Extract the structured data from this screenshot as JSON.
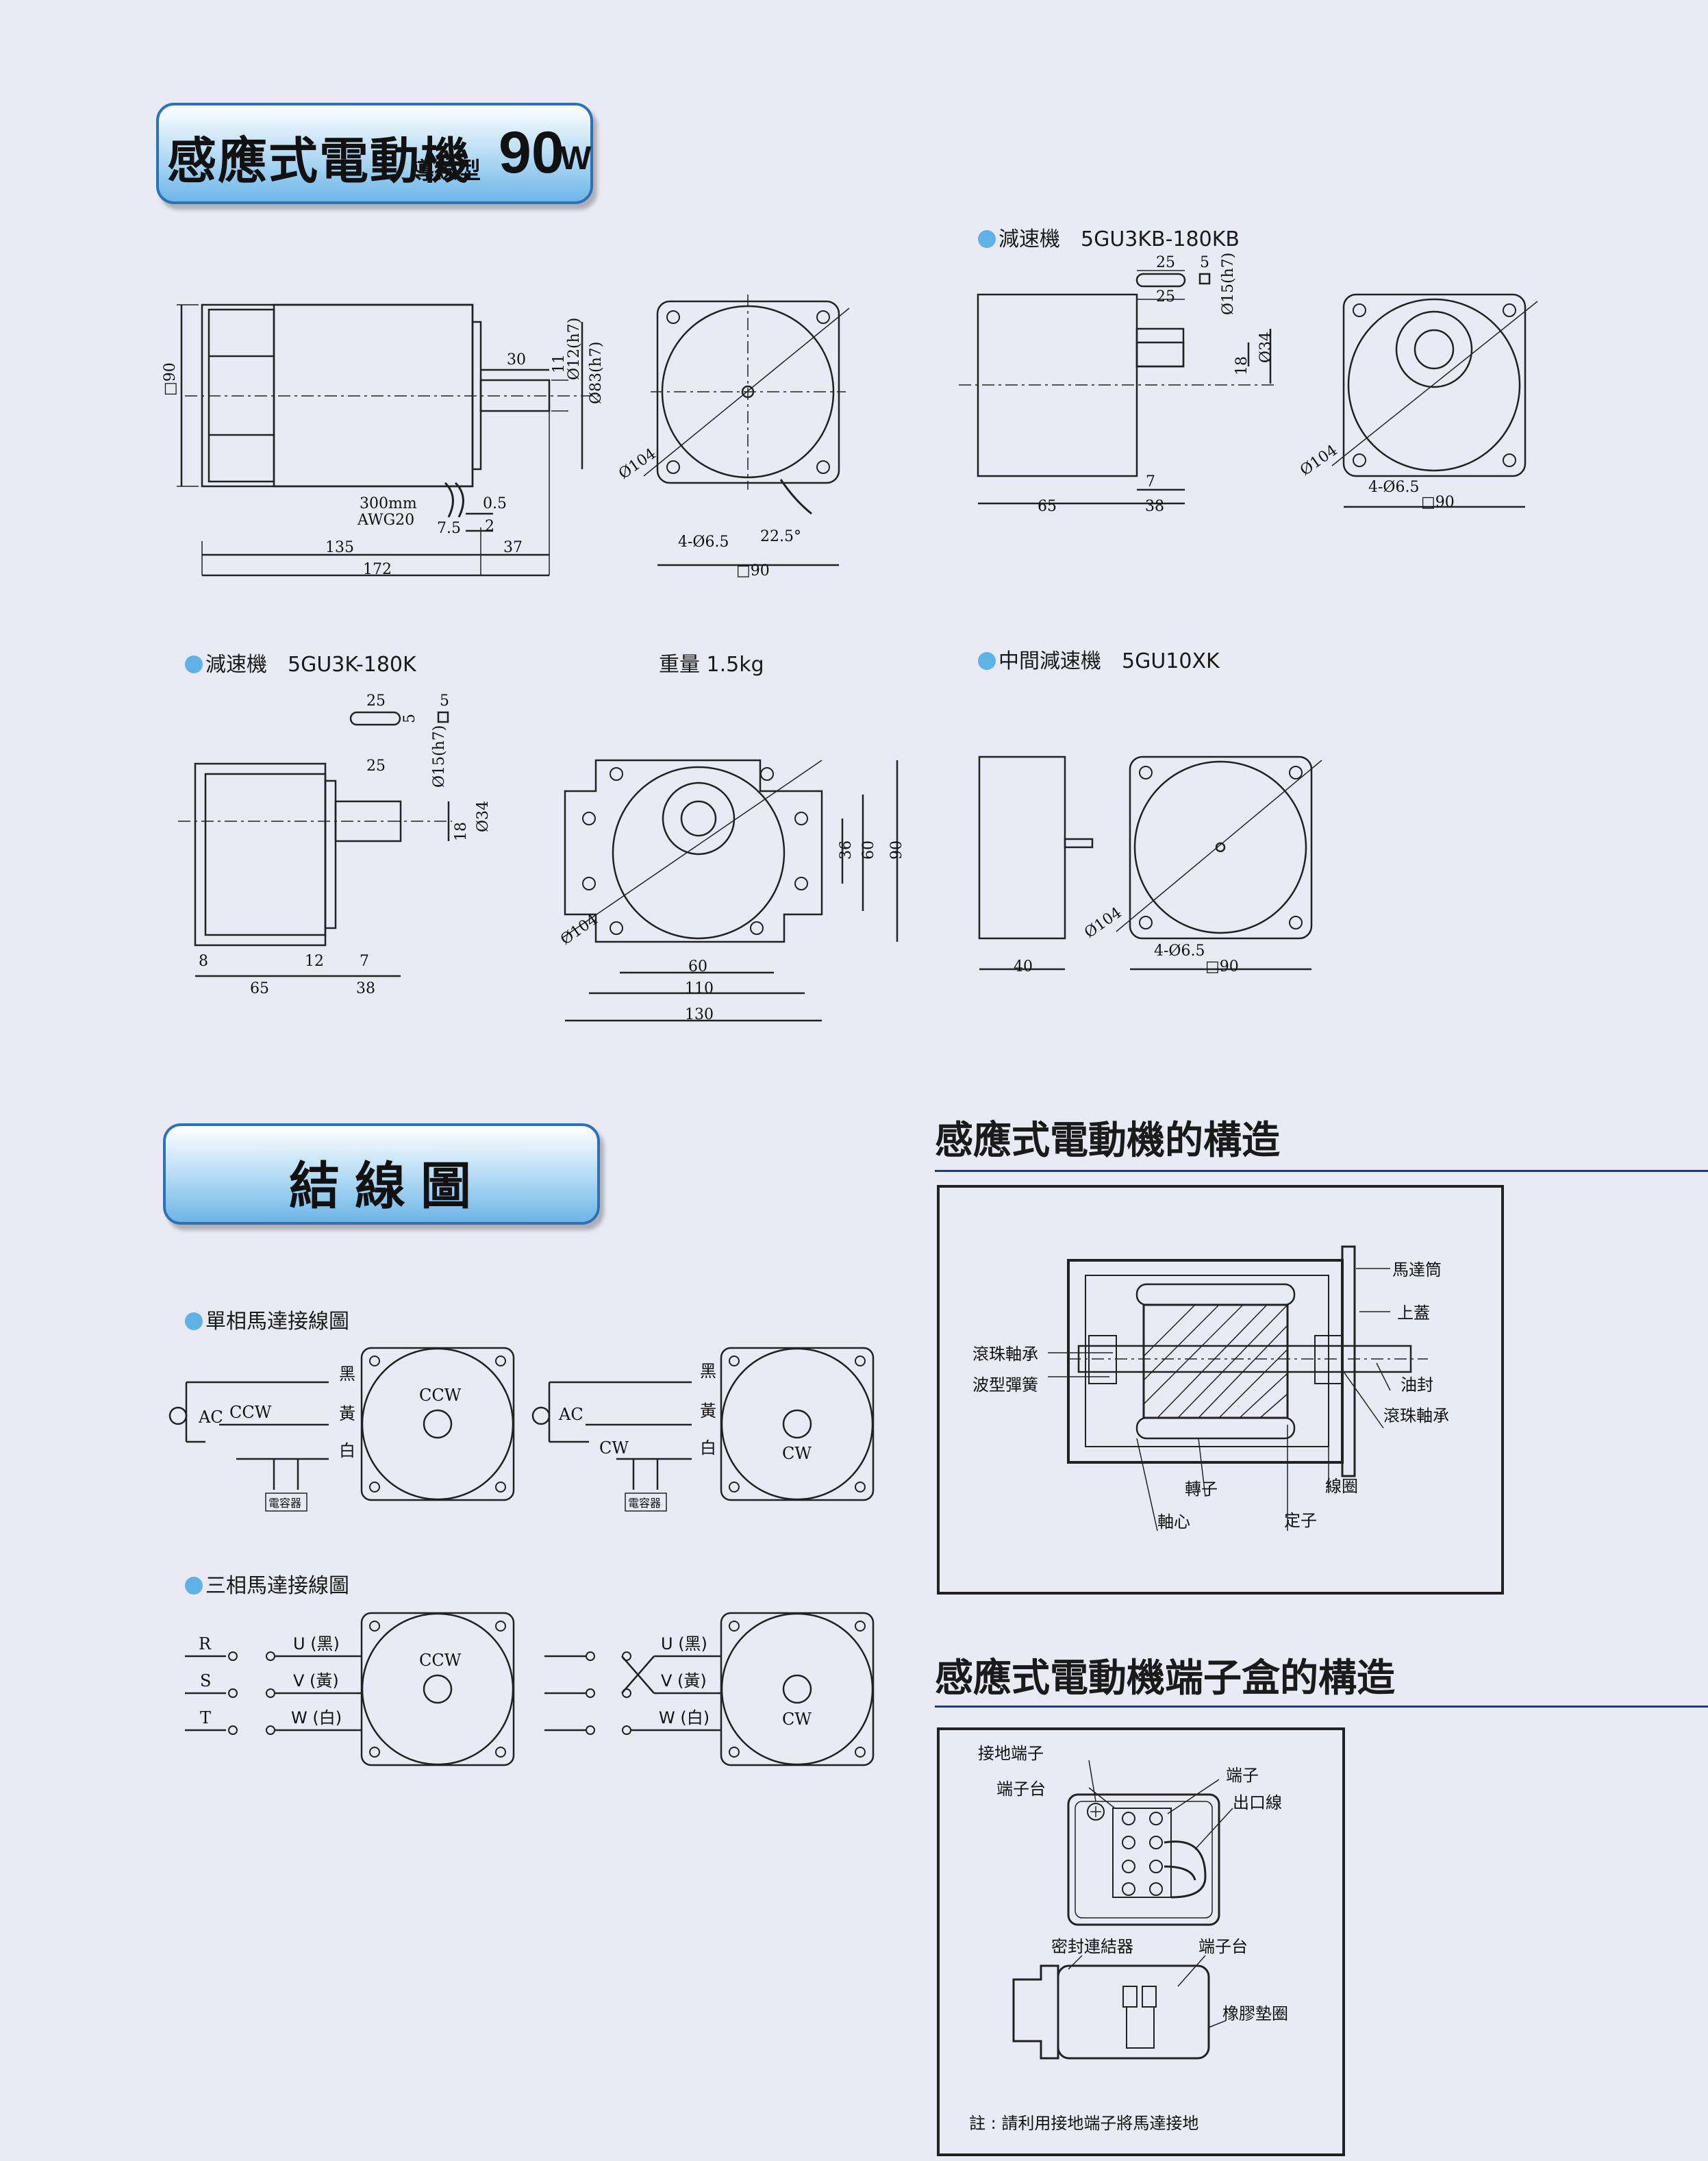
{
  "header": {
    "title": "感應式電動機",
    "subtitle": "導線型",
    "power": "90",
    "power_unit": "W"
  },
  "motor_drawing": {
    "dims": {
      "d90": "□90",
      "d30": "30",
      "d11": "11",
      "shaft": "Ø12(h7)",
      "pilot": "Ø83(h7)",
      "lead": "300mm",
      "awg": "AWG20",
      "d05": "0.5",
      "d75": "7.5",
      "d2": "2",
      "d135": "135",
      "d37": "37",
      "d172": "172"
    },
    "flange": {
      "pcd": "Ø104",
      "holes": "4-Ø6.5",
      "angle": "22.5°",
      "square": "□90"
    }
  },
  "gearbox_kb": {
    "label": "減速機",
    "model": "5GU3KB-180KB",
    "dims": {
      "k25a": "25",
      "k5": "5",
      "k25b": "25",
      "kshaft": "Ø15(h7)",
      "k18": "18",
      "k34": "Ø34",
      "k7": "7",
      "k65": "65",
      "k38": "38",
      "pcd": "Ø104",
      "holes": "4-Ø6.5",
      "square": "□90"
    }
  },
  "gearbox_k": {
    "label": "減速機",
    "model": "5GU3K-180K",
    "weight": "重量 1.5kg",
    "dims": {
      "k25a": "25",
      "k5a": "5",
      "k5b": "5",
      "k25b": "25",
      "kshaft": "Ø15(h7)",
      "k18": "18",
      "k34": "Ø34",
      "k8": "8",
      "k12": "12",
      "k7": "7",
      "k65": "65",
      "k38": "38",
      "pcd": "Ø104",
      "v36": "36",
      "v60": "60",
      "v90": "90",
      "h60": "60",
      "h110": "110",
      "h130": "130"
    }
  },
  "gearbox_xk": {
    "label": "中間減速機",
    "model": "5GU10XK",
    "dims": {
      "d40": "40",
      "pcd": "Ø104",
      "holes": "4-Ø6.5",
      "square": "□90"
    }
  },
  "wiring": {
    "title": "結線圖",
    "single_phase": {
      "label": "單相馬達接線圖",
      "ac": "AC",
      "ccw": "CCW",
      "cw": "CW",
      "wires": [
        "黑",
        "黃",
        "白"
      ],
      "capacitor": "電容器"
    },
    "three_phase": {
      "label": "三相馬達接線圖",
      "phases": [
        "R",
        "S",
        "T"
      ],
      "wires": [
        "U (黑)",
        "V (黃)",
        "W (白)"
      ],
      "ccw": "CCW",
      "cw": "CW"
    }
  },
  "structure": {
    "title": "感應式電動機的構造",
    "parts": {
      "frame": "馬達筒",
      "cover": "上蓋",
      "bearing_l": "滾珠軸承",
      "spring": "波型彈簧",
      "seal": "油封",
      "bearing_r": "滾珠軸承",
      "rotor": "轉子",
      "coil": "線圈",
      "shaft": "軸心",
      "stator": "定子"
    }
  },
  "terminal_box": {
    "title": "感應式電動機端子盒的構造",
    "parts": {
      "ground": "接地端子",
      "block": "端子台",
      "terminal": "端子",
      "outlet": "出口線",
      "connector": "密封連結器",
      "block2": "端子台",
      "gasket": "橡膠墊圈"
    },
    "note": "註 : 請利用接地端子將馬達接地"
  }
}
